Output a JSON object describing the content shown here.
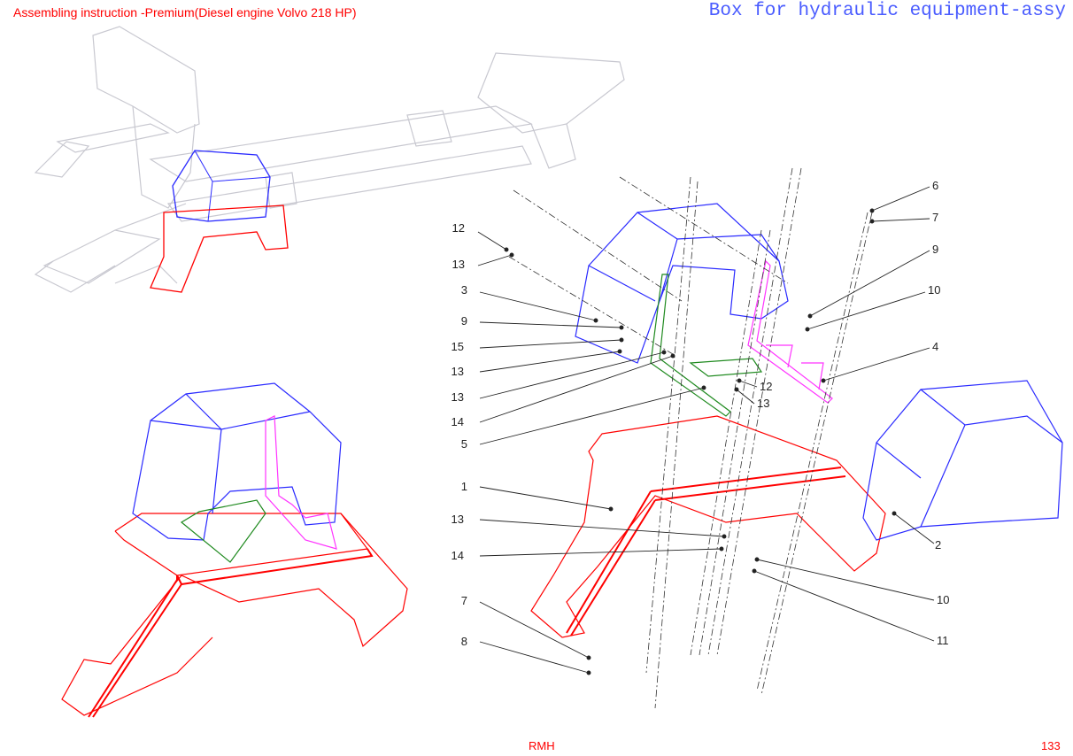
{
  "header": {
    "document_title": "Assembling instruction -Premium(Diesel engine Volvo 218 HP)",
    "section_title": "Box for hydraulic equipment-assy"
  },
  "footer": {
    "author": "RMH",
    "page_number": "133"
  },
  "colors": {
    "box": "#2a2aff",
    "frame": "#ff0000",
    "bracket": "#1f8a1f",
    "support": "#ff33ff",
    "chassis": "#c8c8d0",
    "text_red": "#ff0000",
    "title_blue": "#4a5cff"
  },
  "callouts": [
    "12",
    "13",
    "3",
    "9",
    "15",
    "13",
    "13",
    "14",
    "5",
    "1",
    "13",
    "14",
    "7",
    "8",
    "6",
    "7",
    "9",
    "10",
    "4",
    "12",
    "13",
    "2",
    "10",
    "11"
  ]
}
